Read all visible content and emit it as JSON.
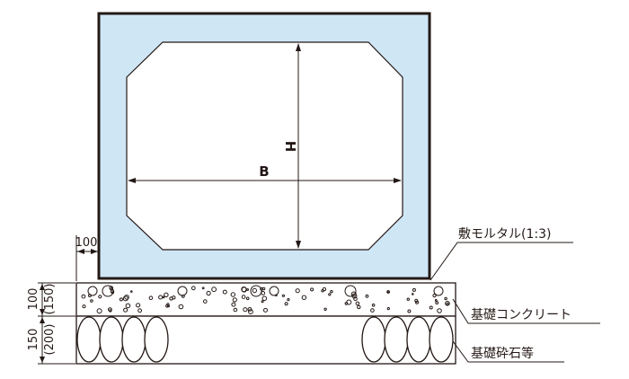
{
  "labels": {
    "dim_h": "H",
    "dim_b": "B",
    "dim_side": "100",
    "dim_concrete": "100",
    "dim_concrete_alt": "(150)",
    "dim_gravel": "150",
    "dim_gravel_alt": "(200)",
    "mortar": "敷モルタル(1:3)",
    "concrete": "基礎コンクリート",
    "gravel": "基礎砕石等"
  },
  "colors": {
    "culvert_fill": "#cfe6f5",
    "line": "#231815"
  }
}
